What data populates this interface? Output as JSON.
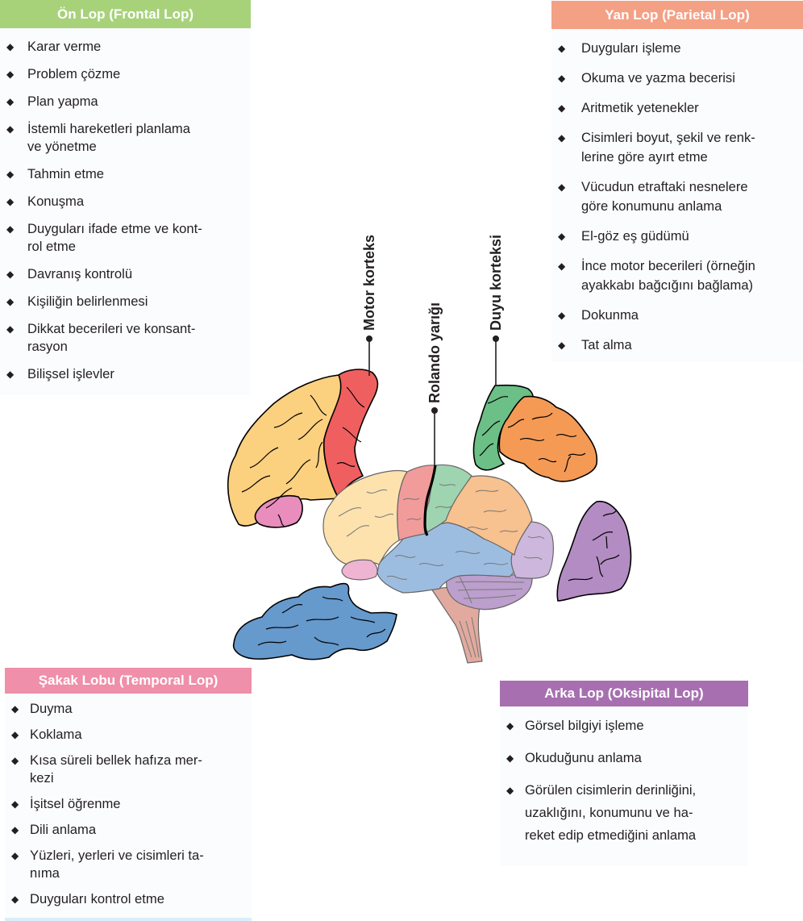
{
  "frontal": {
    "title": "Ön Lop (Frontal Lop)",
    "color": "#a7d27a",
    "items": [
      [
        "Karar verme"
      ],
      [
        "Problem çözme"
      ],
      [
        "Plan yapma"
      ],
      [
        "İstemli hareketleri planlama",
        "ve yönetme"
      ],
      [
        "Tahmin etme"
      ],
      [
        "Konuşma"
      ],
      [
        "Duyguları ifade etme ve kont-",
        "rol etme"
      ],
      [
        "Davranış kontrolü"
      ],
      [
        "Kişiliğin belirlenmesi"
      ],
      [
        "Dikkat becerileri ve konsant-",
        "rasyon"
      ],
      [
        "Bilişsel işlevler"
      ]
    ]
  },
  "parietal": {
    "title": "Yan Lop (Parietal Lop)",
    "color": "#f4a085",
    "items": [
      [
        "Duyguları işleme"
      ],
      [
        "Okuma ve yazma becerisi"
      ],
      [
        "Aritmetik yetenekler"
      ],
      [
        "Cisimleri boyut, şekil ve renk-",
        "lerine göre ayırt etme"
      ],
      [
        "Vücudun etraftaki nesnelere",
        "göre konumunu anlama"
      ],
      [
        "El-göz eş güdümü"
      ],
      [
        "İnce motor becerileri (örneğin",
        "ayakkabı bağcığını bağlama)"
      ],
      [
        "Dokunma"
      ],
      [
        "Tat alma"
      ]
    ]
  },
  "temporal": {
    "title": "Şakak Lobu (Temporal Lop)",
    "color": "#ef8fa9",
    "items": [
      [
        "Duyma"
      ],
      [
        "Koklama"
      ],
      [
        "Kısa süreli bellek hafıza mer-",
        "kezi"
      ],
      [
        "İşitsel öğrenme"
      ],
      [
        "Dili anlama"
      ],
      [
        "Yüzleri, yerleri ve cisimleri ta-",
        "nıma"
      ],
      [
        "Duyguları kontrol etme"
      ]
    ]
  },
  "occipital": {
    "title": "Arka Lop (Oksipital Lop)",
    "color": "#a76fb0",
    "items": [
      [
        "Görsel bilgiyi işleme"
      ],
      [
        "Okuduğunu anlama"
      ],
      [
        "Görülen cisimlerin derinliğini,",
        "uzaklığını, konumunu ve ha-",
        "reket edip etmediğini anlama"
      ]
    ]
  },
  "labels": {
    "motor_cortex": "Motor korteks",
    "central_sulcus": "Rolando yarığı",
    "sensory_cortex": "Duyu korteksi"
  },
  "bullet_icon": "◆",
  "region_colors": {
    "frontal": "#fbd07f",
    "motor": "#ef5f5f",
    "frontal_inferior": "#e98dbd",
    "sensory": "#6cbf86",
    "parietal": "#f49a55",
    "temporal": "#6699cc",
    "occipital": "#b38cc3",
    "brain_frontal": "#fde2ae",
    "brain_motor": "#f29b9b",
    "brain_sensory": "#9fd4b0",
    "brain_parietal": "#f8c190",
    "brain_temporal": "#9dbde0",
    "brain_occipital": "#cdb7dc",
    "brain_inferior": "#f0b4d3",
    "cerebellum": "#bc9fcc",
    "brainstem": "#e2aa9f"
  }
}
